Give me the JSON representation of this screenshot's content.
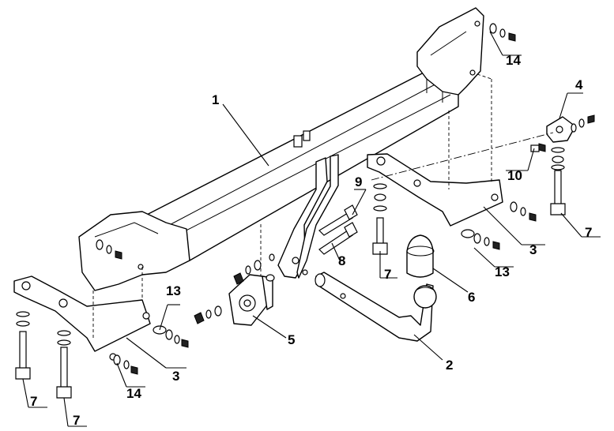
{
  "diagram": {
    "labels": {
      "p1": "1",
      "p2": "2",
      "p3a": "3",
      "p3b": "3",
      "p4": "4",
      "p5": "5",
      "p6": "6",
      "p7a": "7",
      "p7b": "7",
      "p7c": "7",
      "p7d": "7",
      "p8": "8",
      "p9": "9",
      "p10": "10",
      "p13a": "13",
      "p13b": "13",
      "p14a": "14",
      "p14b": "14"
    }
  }
}
